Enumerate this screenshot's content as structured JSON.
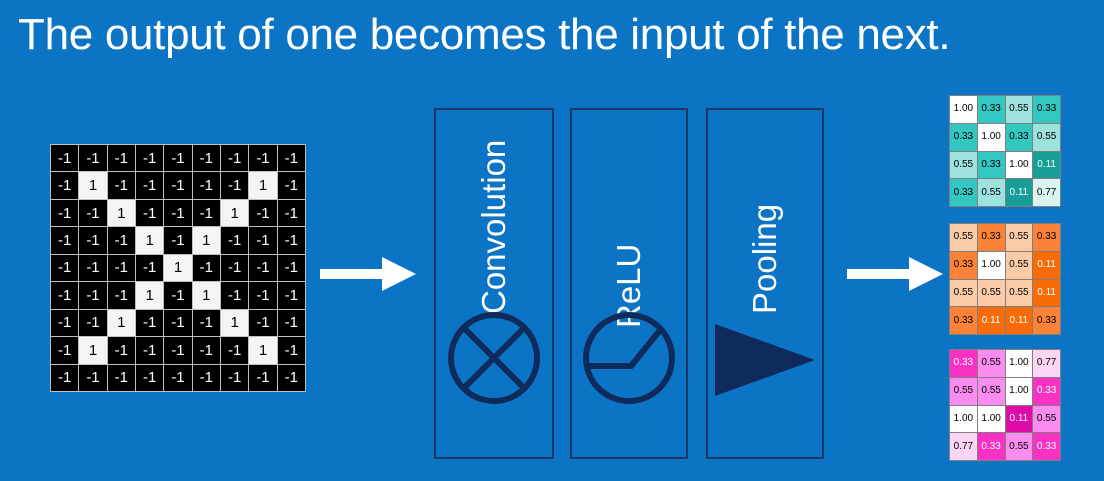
{
  "slide": {
    "title": "The output of one becomes the input of the next.",
    "background_color": "#0C74C4",
    "title_color": "#FFFFFF"
  },
  "input_matrix": {
    "name": "input-feature-map",
    "rows": 9,
    "cols": 9,
    "neg_label": "-1",
    "pos_label": "1",
    "neg_color": "#000000",
    "pos_color": "#F4F4F4",
    "values": [
      [
        -1,
        -1,
        -1,
        -1,
        -1,
        -1,
        -1,
        -1,
        -1
      ],
      [
        -1,
        1,
        -1,
        -1,
        -1,
        -1,
        -1,
        1,
        -1
      ],
      [
        -1,
        -1,
        1,
        -1,
        -1,
        -1,
        1,
        -1,
        -1
      ],
      [
        -1,
        -1,
        -1,
        1,
        -1,
        1,
        -1,
        -1,
        -1
      ],
      [
        -1,
        -1,
        -1,
        -1,
        1,
        -1,
        -1,
        -1,
        -1
      ],
      [
        -1,
        -1,
        -1,
        1,
        -1,
        1,
        -1,
        -1,
        -1
      ],
      [
        -1,
        -1,
        1,
        -1,
        -1,
        -1,
        1,
        -1,
        -1
      ],
      [
        -1,
        1,
        -1,
        -1,
        -1,
        -1,
        -1,
        1,
        -1
      ],
      [
        -1,
        -1,
        -1,
        -1,
        -1,
        -1,
        -1,
        -1,
        -1
      ]
    ]
  },
  "arrows": [
    {
      "name": "arrow-input-to-layers",
      "direction": "right",
      "color": "#FFFFFF"
    },
    {
      "name": "arrow-layers-to-output",
      "direction": "right",
      "color": "#FFFFFF"
    }
  ],
  "layers": [
    {
      "id": "convolution",
      "label": "Convolution",
      "icon": "circle-cross-icon",
      "border_color": "#1F3864",
      "label_color": "#FFFFFF"
    },
    {
      "id": "relu",
      "label": "ReLU",
      "icon": "circle-relu-curve-icon",
      "border_color": "#1F3864",
      "label_color": "#FFFFFF"
    },
    {
      "id": "pooling",
      "label": "Pooling",
      "icon": "filled-triangle-right-icon",
      "border_color": "#1F3864",
      "label_color": "#FFFFFF"
    }
  ],
  "feature_maps": [
    {
      "id": "conv-output",
      "name": "convolution-output-grid",
      "palette": "teal",
      "rows": 4,
      "cols": 4,
      "values": [
        [
          "1.00",
          "0.33",
          "0.55",
          "0.33"
        ],
        [
          "0.33",
          "1.00",
          "0.33",
          "0.55"
        ],
        [
          "0.55",
          "0.33",
          "1.00",
          "0.11"
        ],
        [
          "0.33",
          "0.55",
          "0.11",
          "0.77"
        ]
      ],
      "colors": [
        [
          "#FFFFFF",
          "#34C6C0",
          "#9EE2DE",
          "#34C6C0"
        ],
        [
          "#34C6C0",
          "#FFFFFF",
          "#34C6C0",
          "#9EE2DE"
        ],
        [
          "#9EE2DE",
          "#34C6C0",
          "#FFFFFF",
          "#179E98"
        ],
        [
          "#34C6C0",
          "#9EE2DE",
          "#179E98",
          "#DAF4F2"
        ]
      ]
    },
    {
      "id": "relu-output",
      "name": "relu-output-grid",
      "palette": "orange",
      "rows": 4,
      "cols": 4,
      "values": [
        [
          "0.55",
          "0.33",
          "0.55",
          "0.33"
        ],
        [
          "0.33",
          "1.00",
          "0.55",
          "0.11"
        ],
        [
          "0.55",
          "0.55",
          "0.55",
          "0.11"
        ],
        [
          "0.33",
          "0.11",
          "0.11",
          "0.33"
        ]
      ],
      "colors": [
        [
          "#FBCBA8",
          "#FB8237",
          "#FBCBA8",
          "#FB8237"
        ],
        [
          "#FB8237",
          "#FFFFFF",
          "#FBCBA8",
          "#F76B09"
        ],
        [
          "#FBCBA8",
          "#FBCBA8",
          "#FBCBA8",
          "#F76B09"
        ],
        [
          "#FB8237",
          "#F76B09",
          "#F76B09",
          "#FB8237"
        ]
      ]
    },
    {
      "id": "pool-output",
      "name": "pooling-output-grid",
      "palette": "magenta",
      "rows": 4,
      "cols": 4,
      "values": [
        [
          "0.33",
          "0.55",
          "1.00",
          "0.77"
        ],
        [
          "0.55",
          "0.55",
          "1.00",
          "0.33"
        ],
        [
          "1.00",
          "1.00",
          "0.11",
          "0.55"
        ],
        [
          "0.77",
          "0.33",
          "0.55",
          "0.33"
        ]
      ],
      "colors": [
        [
          "#FA32C3",
          "#F98CEE",
          "#FFFFFF",
          "#FBD6F4"
        ],
        [
          "#F98CEE",
          "#F98CEE",
          "#FFFFFF",
          "#FA32C3"
        ],
        [
          "#FFFFFF",
          "#FFFFFF",
          "#DD0CA8",
          "#F98CEE"
        ],
        [
          "#FBD6F4",
          "#FA32C3",
          "#F98CEE",
          "#FA32C3"
        ]
      ]
    }
  ]
}
